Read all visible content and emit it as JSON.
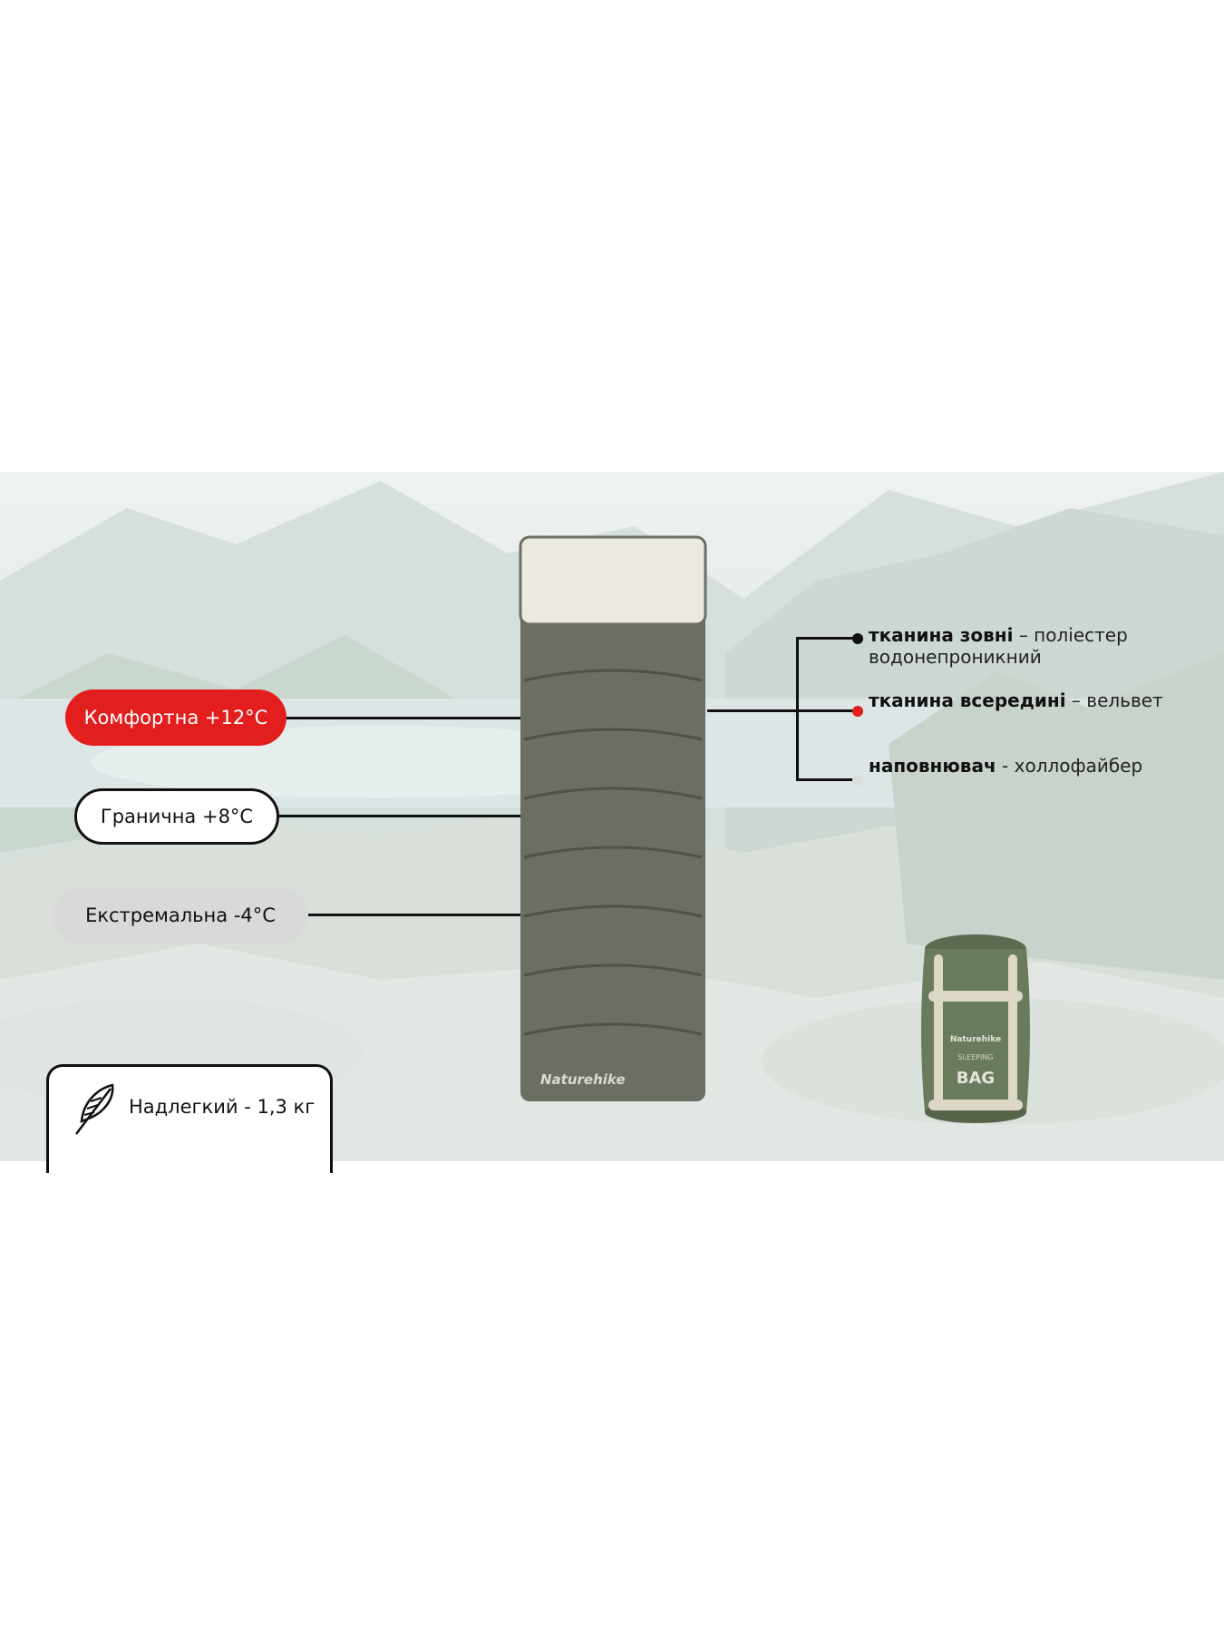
{
  "temps": {
    "comfort": "Комфортна +12°C",
    "limit": "Гранична +8°C",
    "extreme": "Екстремальна -4°C"
  },
  "weight": {
    "label": "Надлегкий - 1,3 кг",
    "icon": "feather-icon"
  },
  "specs": [
    {
      "title": "тканина зовні",
      "text": " – поліестер водонепроникний",
      "dot_color": "#111111"
    },
    {
      "title": "тканина всередині",
      "text": " – вельвет",
      "dot_color": "#e21e1e"
    },
    {
      "title": "наповнювач",
      "text": " - холлофайбер",
      "dot_color": "#dcdcdc"
    }
  ],
  "product": {
    "brand": "Naturehike",
    "pack_brand": "Naturehike",
    "pack_line": "SLEEPING",
    "pack_title": "BAG"
  },
  "colors": {
    "accent": "#e21e1e",
    "bag": "#6b6e62",
    "pillow": "#ece9e2"
  }
}
